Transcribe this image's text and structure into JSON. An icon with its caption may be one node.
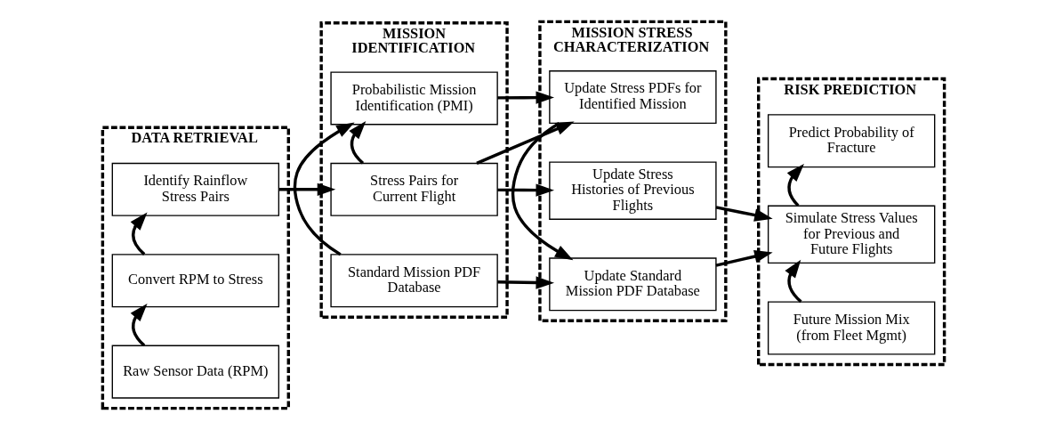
{
  "diagram": {
    "nodes": [
      {
        "text": [
          "DATA RETRIEVAL"
        ]
      },
      {
        "text": [
          "Raw Sensor Data (RPM)"
        ],
        "in": 0
      },
      {
        "text": [
          "Convert RPM to Stress"
        ],
        "in": 0
      },
      {
        "text": [
          "Identify Rainflow Stress Pairs"
        ],
        "in": 0
      },
      {
        "text": [
          "MISSION IDENTIFICATION"
        ]
      },
      {
        "text": [
          "Standard Mission PDF Database"
        ],
        "in": 4
      },
      {
        "text": [
          "Probabilistic Mission Identification (PMI)"
        ],
        "in": 4
      },
      {
        "text": [
          "Stress Pairs for Current Flight"
        ],
        "in": 4
      },
      {
        "text": [
          "MISSION STRESS CHARACTERIZATION"
        ]
      },
      {
        "text": [
          "Update Standard Mission PDF Database"
        ],
        "in": 8
      },
      {
        "text": [
          "Update Stress PDFs for Identified Mission"
        ],
        "in": 8
      },
      {
        "text": [
          "Update Stress Histories of Previous Flights"
        ],
        "in": 8
      },
      {
        "text": [
          "RISK PREDICTION"
        ]
      },
      {
        "text": [
          "Future Mission Mix (from Fleet Mgmt)"
        ],
        "in": 12
      },
      {
        "text": [
          "Simulate Stress Values for Previous and Future Flights"
        ],
        "in": 12
      },
      {
        "text": [
          "Predict Probability of Fracture"
        ],
        "in": 12
      }
    ],
    "edges": [
      {
        "from": 1,
        "to": 2,
        "arrow": "to"
      },
      {
        "from": 2,
        "to": 3,
        "arrow": "to"
      },
      {
        "from": 3,
        "to": 7,
        "arrow": "to"
      },
      {
        "from": 5,
        "to": 6,
        "arrow": "to"
      },
      {
        "from": 7,
        "to": 6,
        "arrow": "to"
      },
      {
        "from": 5,
        "to": 9,
        "arrow": "to"
      },
      {
        "from": 6,
        "to": 10,
        "arrow": "to"
      },
      {
        "from": 7,
        "to": 10,
        "arrow": "to"
      },
      {
        "from": 7,
        "to": 11,
        "arrow": "to"
      },
      {
        "from": 10,
        "to": 9,
        "arrow": "to"
      },
      {
        "from": 9,
        "to": 14,
        "arrow": "to"
      },
      {
        "from": 11,
        "to": 14,
        "arrow": "to"
      },
      {
        "from": 13,
        "to": 14,
        "arrow": "to"
      },
      {
        "from": 14,
        "to": 15,
        "arrow": "to"
      }
    ]
  }
}
